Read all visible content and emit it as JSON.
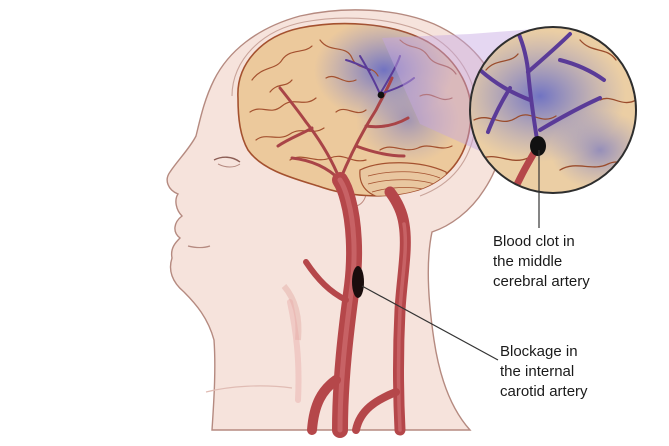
{
  "illustration": {
    "colors": {
      "skin": "#f3ddd6",
      "skin_outline": "#b58a80",
      "brain": "#e8c59a",
      "brain_outline": "#a4512f",
      "artery": "#b5474a",
      "artery_dark": "#7e2a2e",
      "ischemia": "#7f86d0",
      "clot": "#111111",
      "zoom_highlight": "#b99ad6",
      "leader_line": "#333333"
    }
  },
  "labels": {
    "clot": {
      "line1": "Blood clot in",
      "line2": "the middle",
      "line3": "cerebral artery"
    },
    "blockage": {
      "line1": "Blockage in",
      "line2": "the internal",
      "line3": "carotid artery"
    }
  }
}
